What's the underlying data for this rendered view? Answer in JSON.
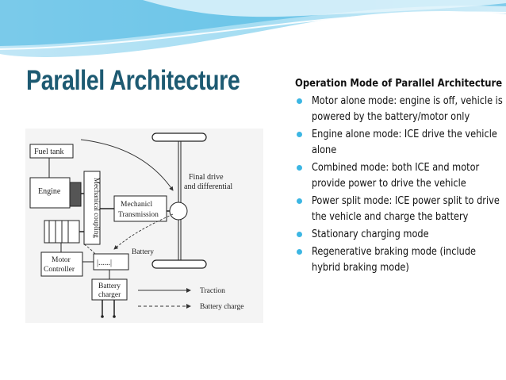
{
  "slide": {
    "title": "Parallel Architecture",
    "heading": "Operation Mode of Parallel Architecture",
    "bullets": [
      "Motor alone mode: engine is off, vehicle is powered by the battery/motor only",
      "Engine alone mode: ICE drive the vehicle alone",
      "Combined mode: both ICE and motor provide power to drive the vehicle",
      "Power split mode: ICE power split to drive the vehicle and charge the battery",
      "Stationary charging mode",
      "Regenerative braking mode (include hybrid braking mode)"
    ],
    "accent_color": "#3cb6e3",
    "title_color": "#1d5a72"
  },
  "diagram": {
    "fuel_tank": "Fuel tank",
    "engine": "Engine",
    "coupling": "Mechanical coupling",
    "transmission_line1": "Mechanicl",
    "transmission_line2": "Transmission",
    "final_drive_line1": "Final drive",
    "final_drive_line2": "and differential",
    "motor_controller_line1": "Motor",
    "motor_controller_line2": "Controller",
    "battery": "Battery",
    "battery_charger_line1": "Battery",
    "battery_charger_line2": "charger",
    "legend_traction": "Traction",
    "legend_battery_charge": "Battery charge"
  }
}
